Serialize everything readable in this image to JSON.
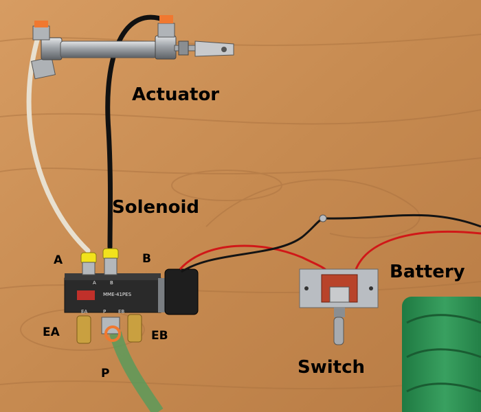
{
  "labels": {
    "actuator": "Actuator",
    "solenoid": "Solenoid",
    "battery": "Battery",
    "switch": "Switch",
    "port_a": "A",
    "port_b": "B",
    "exhaust_a": "EA",
    "exhaust_b": "EB",
    "pressure": "P"
  },
  "valve_print": {
    "port_a": "A",
    "port_b": "B",
    "exhaust_a": "EA",
    "pressure": "P",
    "exhaust_b": "EB",
    "model": "MME-41PES"
  },
  "colors": {
    "wood": "#c98e55",
    "wood_grain": "#a8703f",
    "valve_body": "#2a2a2a",
    "fitting_brass": "#c9a040",
    "fitting_orange": "#f07830",
    "fitting_yellow": "#f2e21c",
    "tube_clear": "#e8e0d0",
    "tube_black": "#111111",
    "tube_green": "#5c9a5a",
    "wire_red": "#d01818",
    "wire_black": "#141414",
    "battery_green": "#2e8a4e",
    "switch_red": "#b8432a",
    "chrome": "#b9bdc2"
  }
}
